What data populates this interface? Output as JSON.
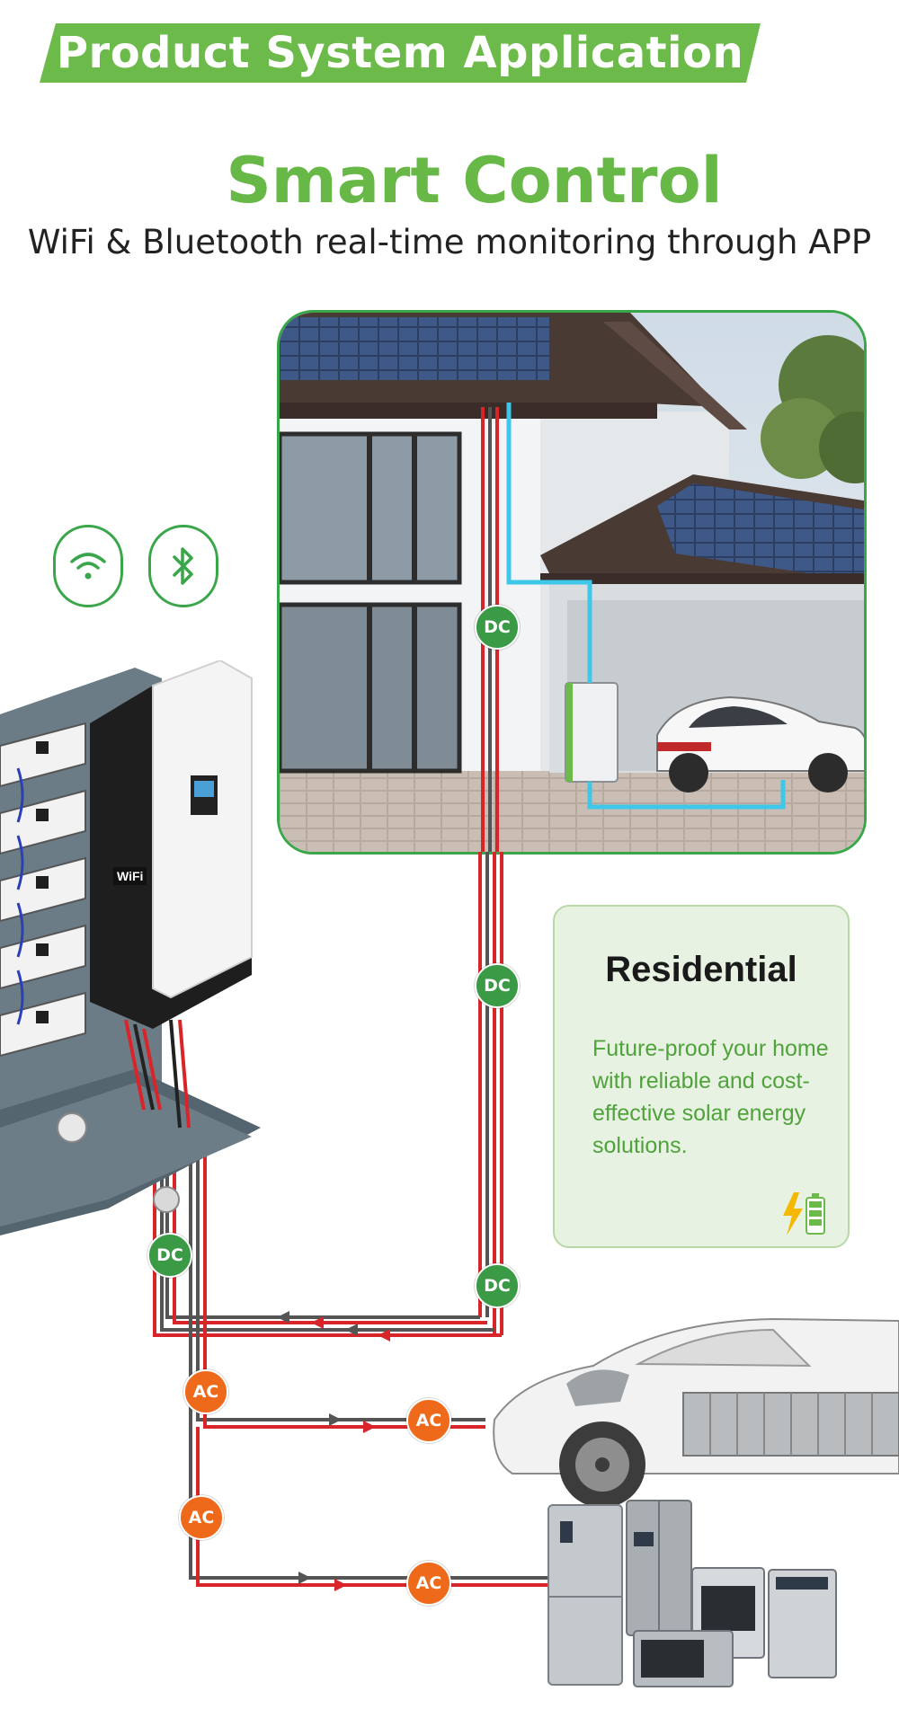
{
  "banner": {
    "text": "Product System Application",
    "color": "#6bba4a"
  },
  "header": {
    "title": "Smart Control",
    "subtitle": "WiFi & Bluetooth real-time monitoring through APP"
  },
  "icons": [
    {
      "name": "wifi-icon",
      "color": "#3aa64a"
    },
    {
      "name": "bluetooth-icon",
      "color": "#3aa64a"
    }
  ],
  "inverter": {
    "label": "WiFi"
  },
  "residential": {
    "title": "Residential",
    "description": "Future-proof your home with reliable and cost-effective solar energy solutions.",
    "icon": "battery-charging-icon"
  },
  "badges": {
    "dc": "DC",
    "ac": "AC"
  },
  "colors": {
    "dc_badge": "#3a9a45",
    "ac_badge": "#ee6a1a",
    "wire_red": "#d8252a",
    "wire_grey": "#555555",
    "accent_green": "#67b846"
  }
}
